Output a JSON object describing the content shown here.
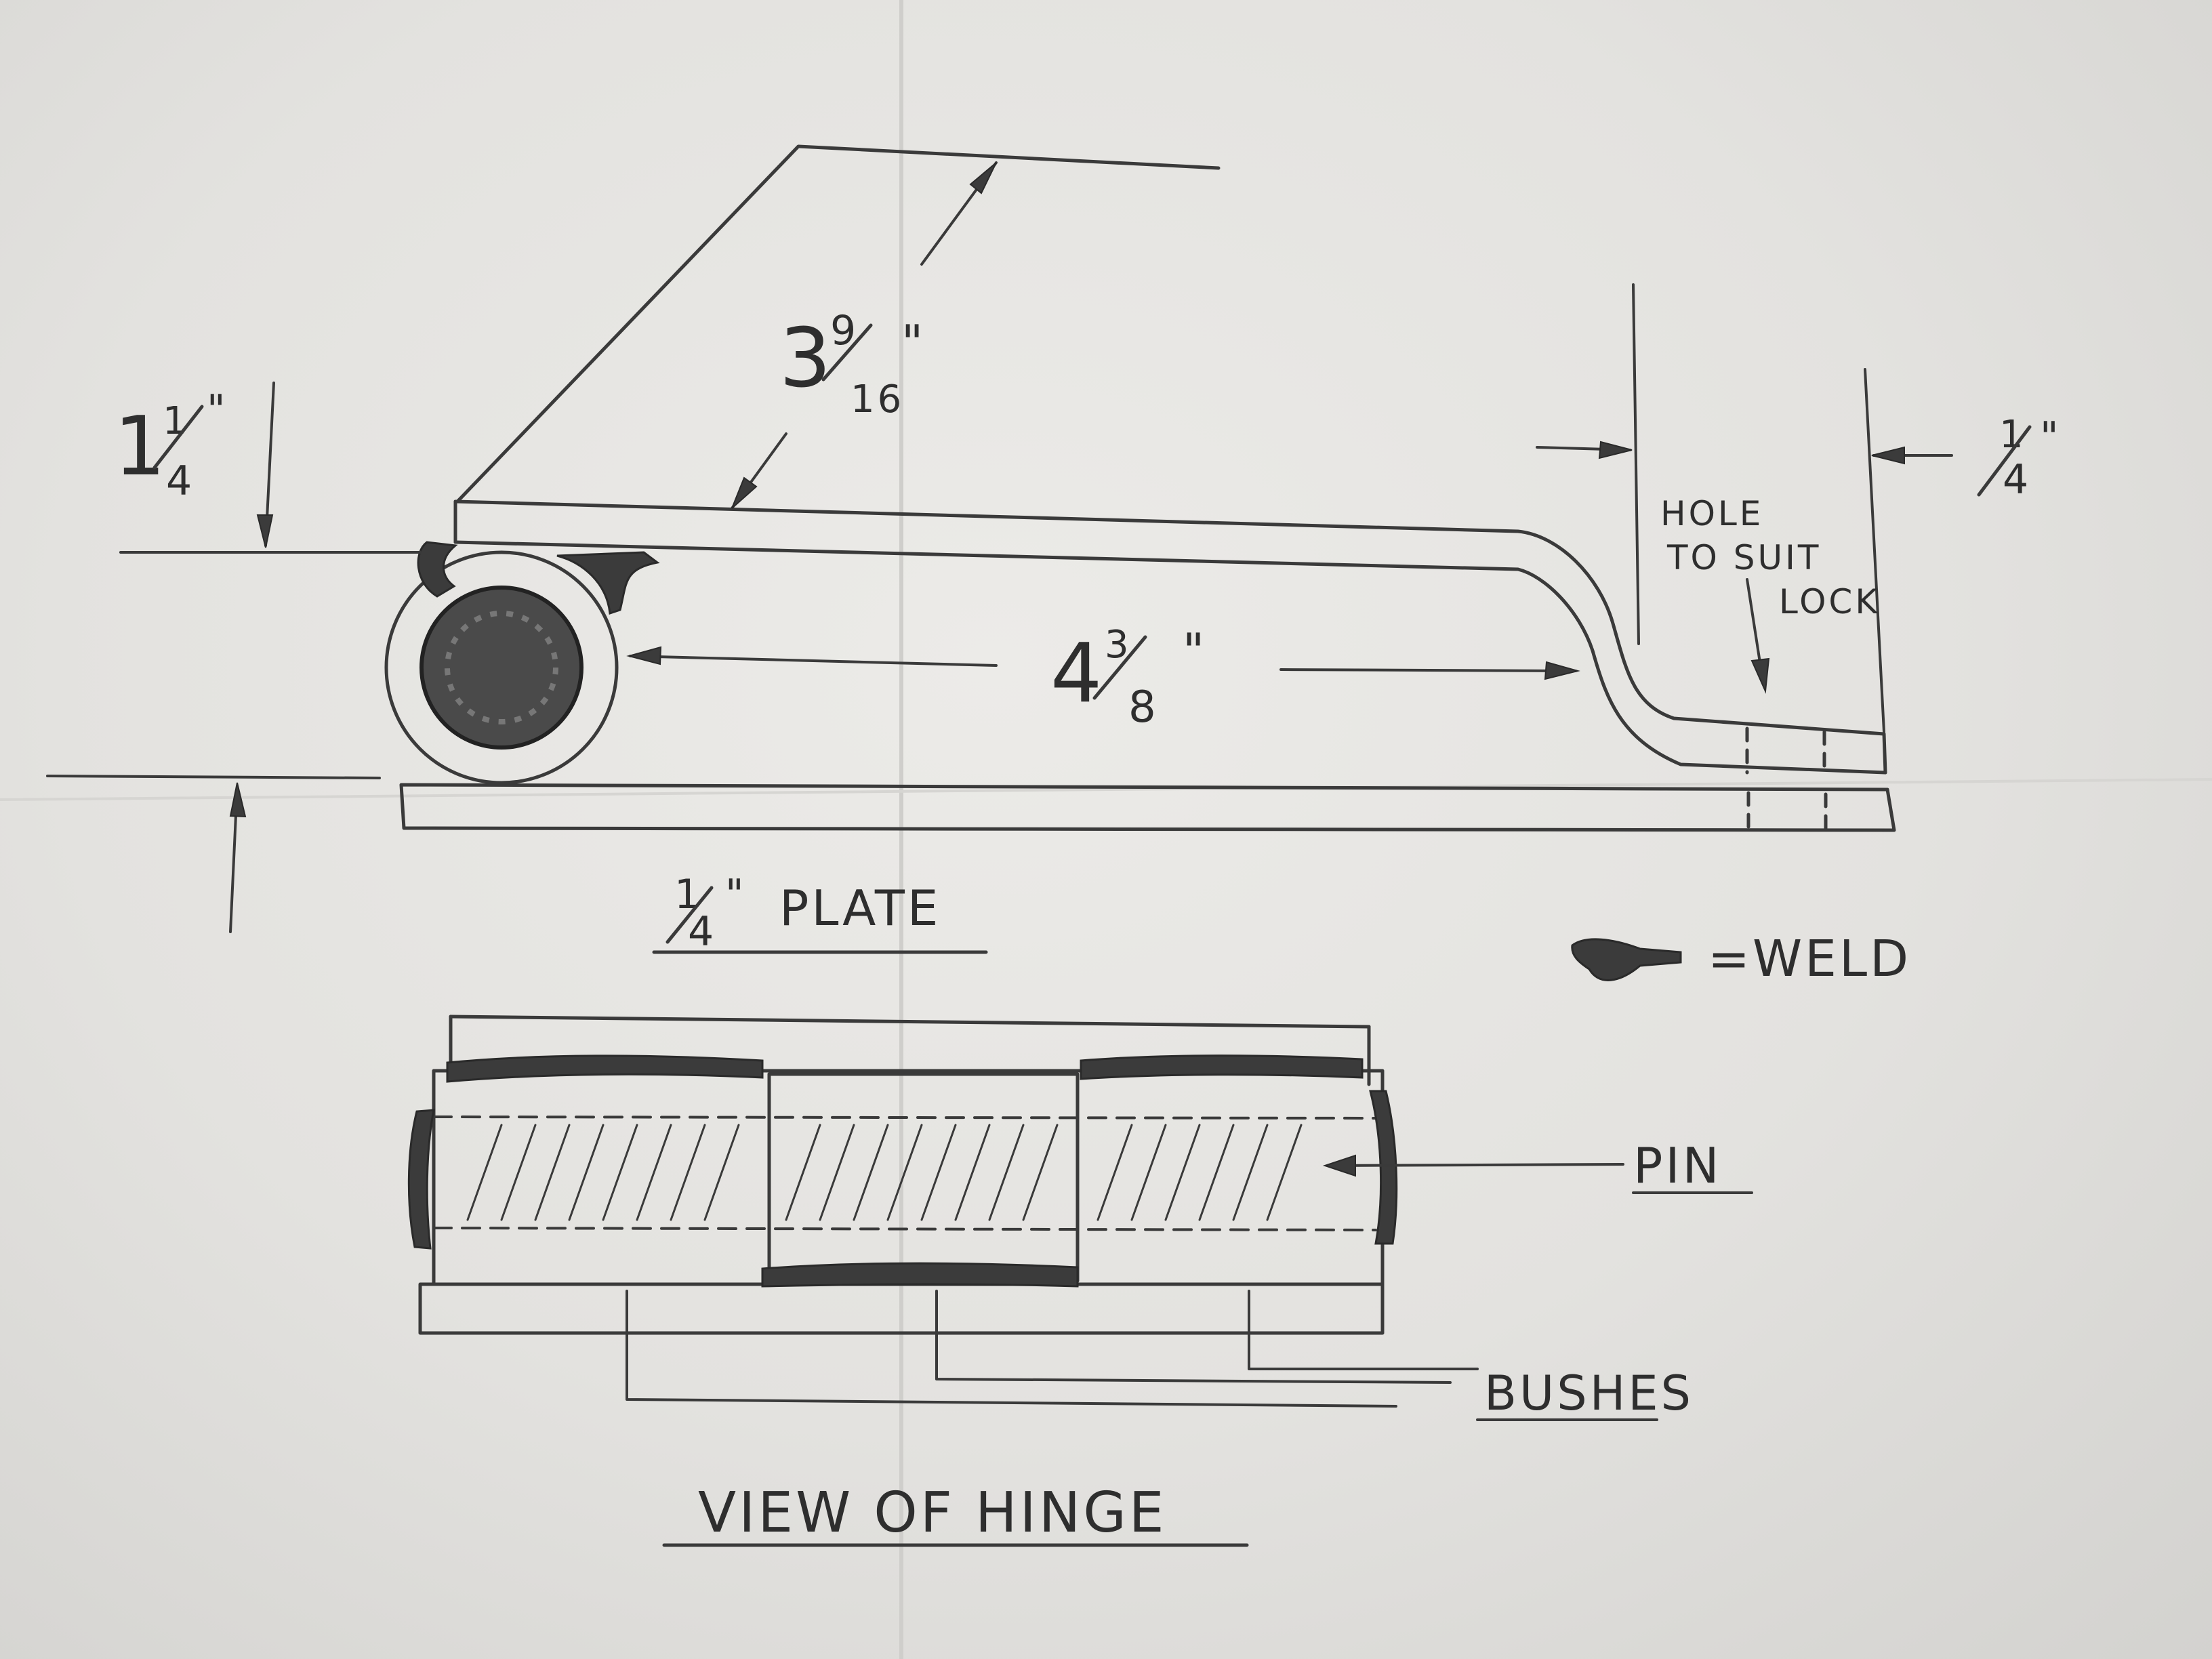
{
  "side_view": {
    "dim_arm_length": {
      "whole": "3",
      "num": "9",
      "den": "16",
      "unit": "\""
    },
    "dim_left_height": {
      "whole": "1",
      "num": "1",
      "den": "4",
      "unit": "\""
    },
    "dim_span": {
      "whole": "4",
      "num": "3",
      "den": "8",
      "unit": "\""
    },
    "dim_right_width": {
      "num": "1",
      "den": "4",
      "unit": "\""
    },
    "hole_note": [
      "HOLE",
      "TO SUIT",
      "LOCK"
    ],
    "plate_label": {
      "num": "1",
      "den": "4",
      "unit": "\"",
      "text": "PLATE"
    }
  },
  "legend": {
    "weld": "=WELD"
  },
  "hinge_view": {
    "pin_label": "PIN",
    "bushes_label": "BUSHES",
    "title": "VIEW OF HINGE"
  },
  "colors": {
    "paper": "#e6e5e2",
    "ink": "#3a3a3a",
    "weld": "#3b3b3b"
  }
}
